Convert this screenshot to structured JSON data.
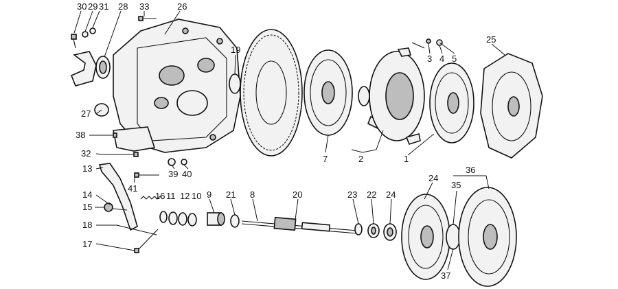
{
  "diagram": {
    "callouts": [
      "30",
      "29",
      "31",
      "28",
      "33",
      "26",
      "19",
      "3",
      "4",
      "5",
      "25",
      "27",
      "38",
      "32",
      "13",
      "39",
      "40",
      "7",
      "2",
      "1",
      "41",
      "14",
      "16",
      "11",
      "12",
      "10",
      "9",
      "21",
      "8",
      "20",
      "23",
      "22",
      "24",
      "24",
      "35",
      "36",
      "15",
      "18",
      "17",
      "37"
    ]
  }
}
